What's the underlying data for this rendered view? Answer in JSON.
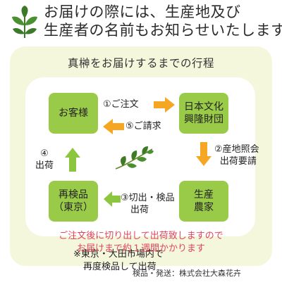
{
  "header": {
    "line1": "お届けの際には、生産地及び",
    "line2": "生産者の名前もお知らせいたします"
  },
  "panel": {
    "title": "真榊をお届けするまでの行程"
  },
  "nodes": {
    "customer": "お客様",
    "culture_1": "日本文化",
    "culture_2": "興隆財団",
    "reinspect_1": "再検品",
    "reinspect_2": "（東京）",
    "farmer_1": "生産",
    "farmer_2": "農家"
  },
  "steps": {
    "s1": "①ご注文",
    "s5": "⑤ご請求",
    "s2_1": "②産地照会",
    "s2_2": "出荷要請",
    "s3_1": "③切出・検品",
    "s3_2": "出荷",
    "s4_1": "④",
    "s4_2": "出荷"
  },
  "notes": {
    "asterisk_1": "※東京・大田市場内で",
    "asterisk_2": "再度検品して出荷",
    "red_1": "ご注文後に切り出して出荷致しますので",
    "red_2": "お届けまで約１週間かかります"
  },
  "footer": "検品・発送：株式会社大森花卉",
  "colors": {
    "node_green": "#9acb48",
    "arrow_orange": "#f5a623",
    "arrow_green": "#8cc63f",
    "panel_bg": "#f5f7dc",
    "red_text": "#e0455a"
  },
  "icons": [
    "sakaki-leaf-logo-icon",
    "sakaki-branch-icon"
  ]
}
